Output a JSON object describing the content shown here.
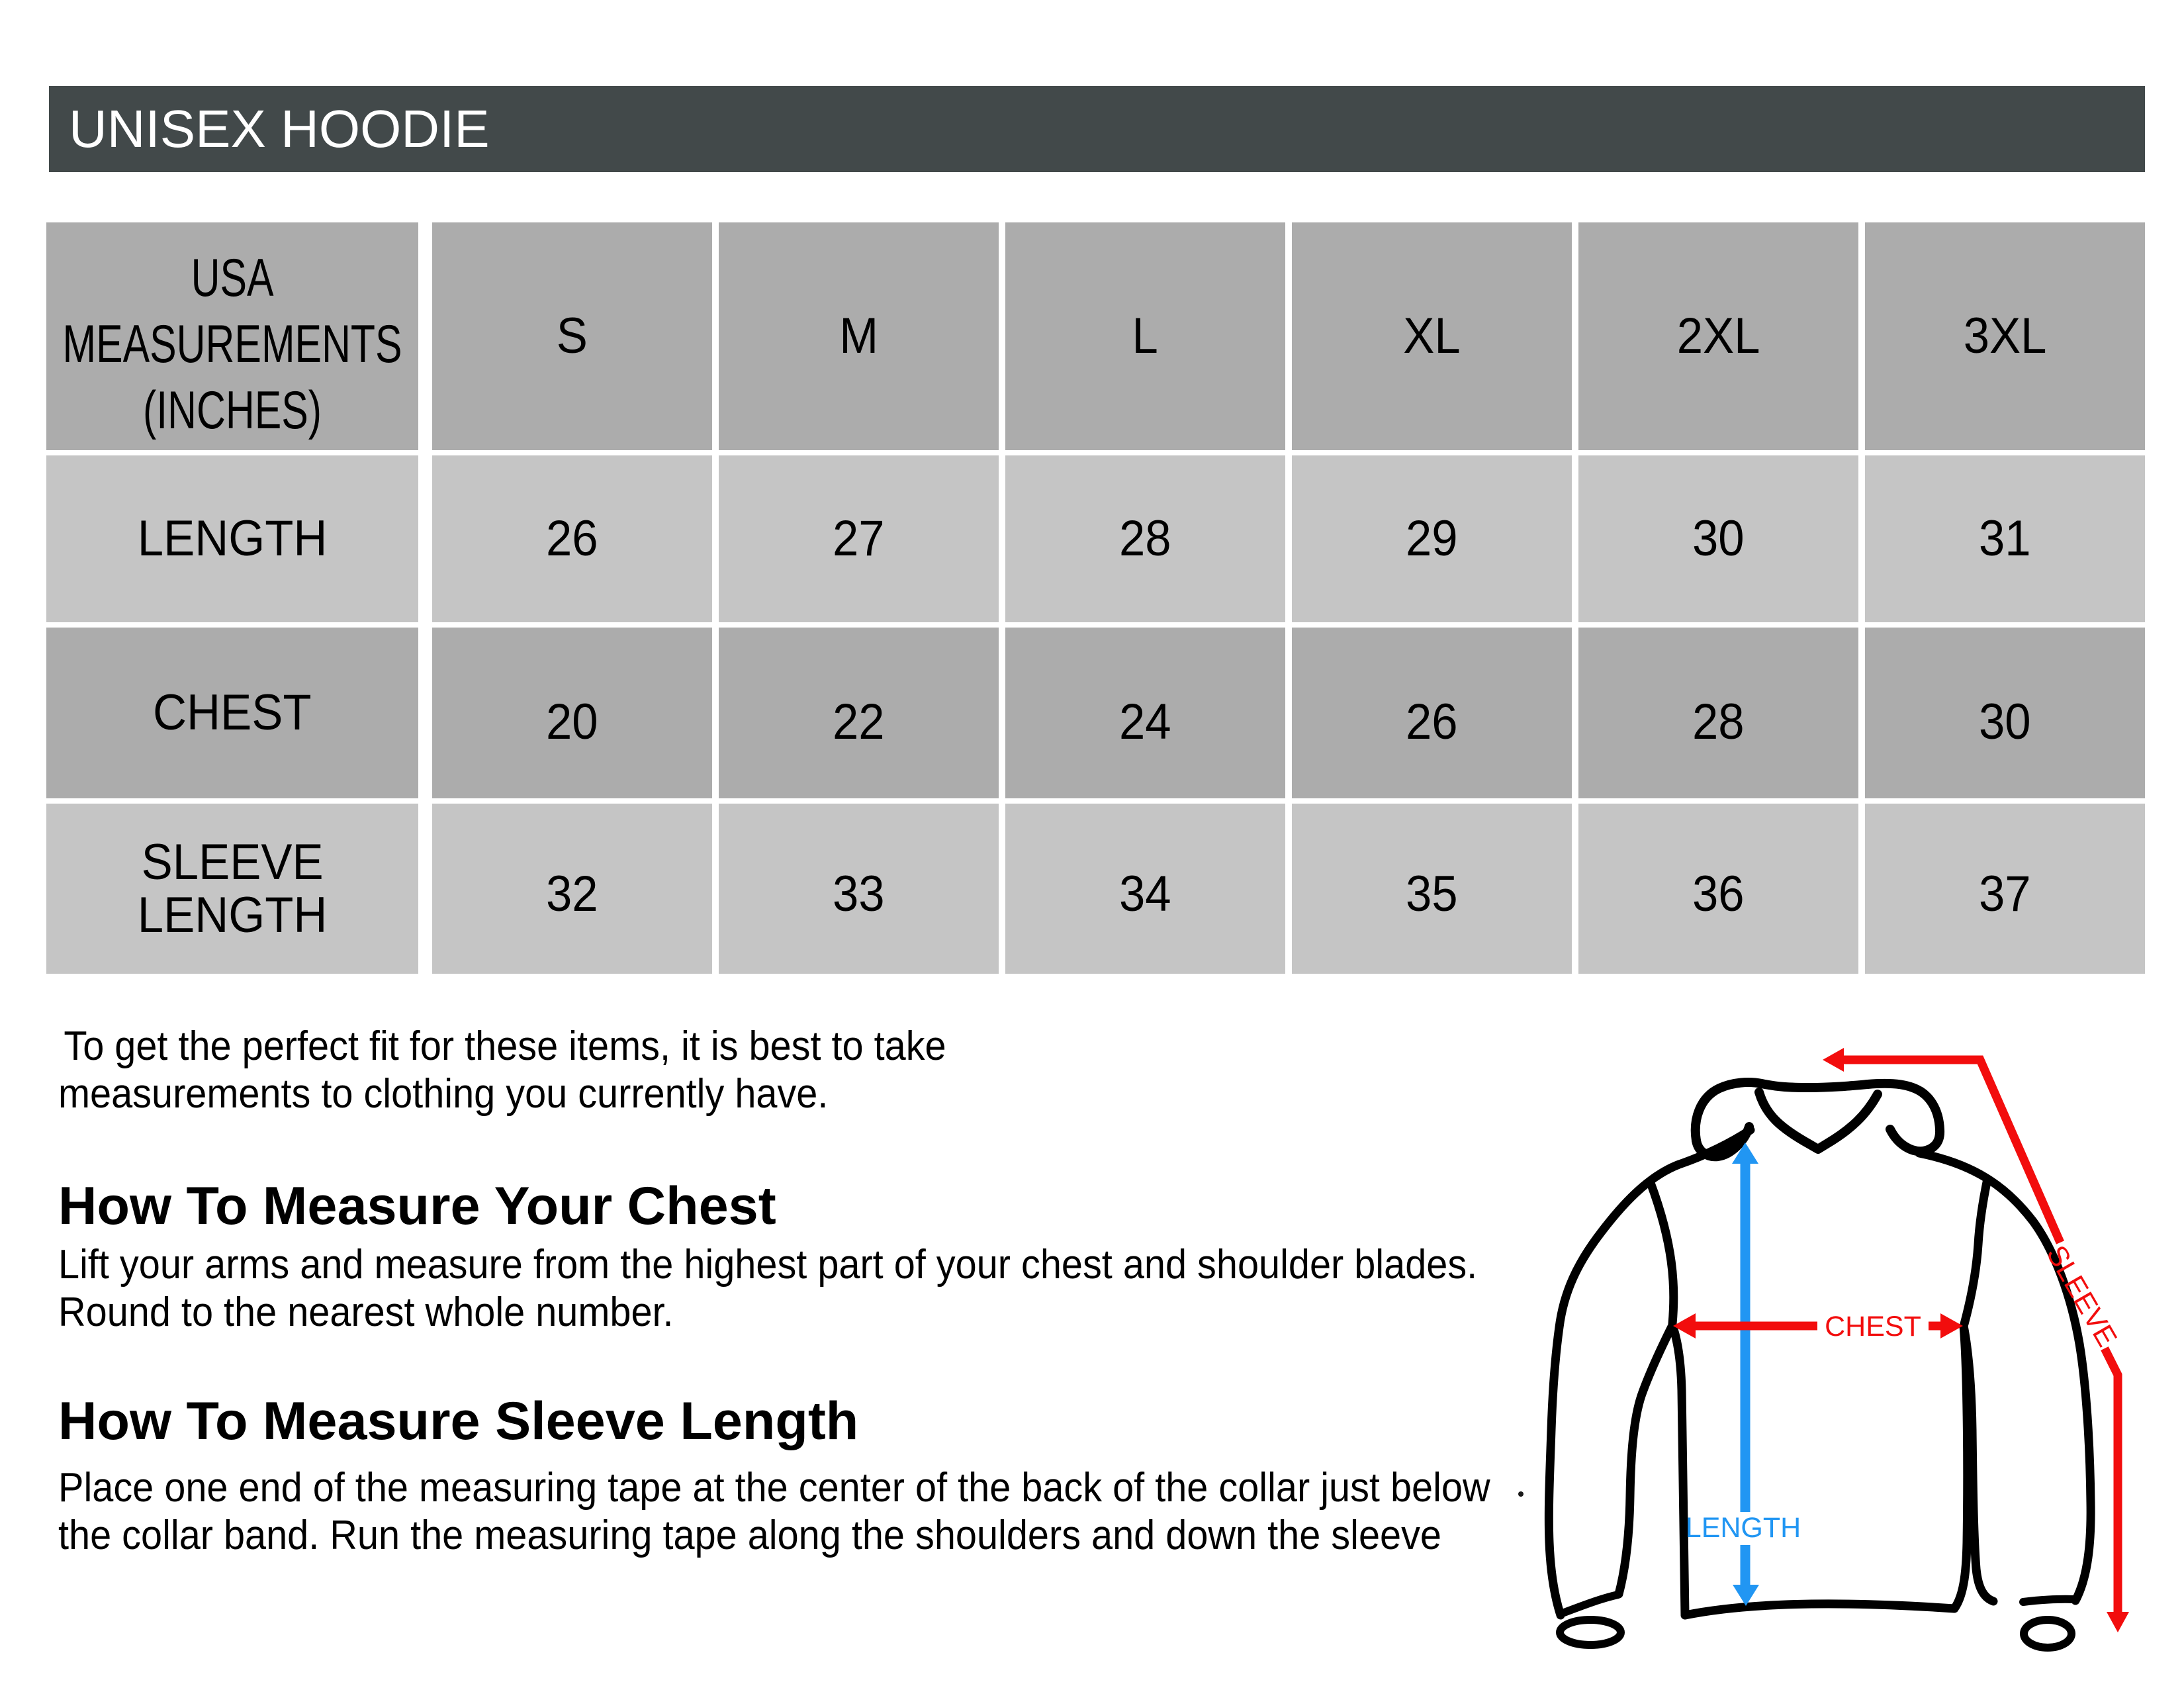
{
  "title": "UNISEX HOODIE",
  "table": {
    "corner_label": "USA\nMEASUREMENTS\n(INCHES)",
    "sizes": [
      "S",
      "M",
      "L",
      "XL",
      "2XL",
      "3XL"
    ],
    "rows": [
      {
        "label": "LENGTH",
        "values": [
          "26",
          "27",
          "28",
          "29",
          "30",
          "31"
        ]
      },
      {
        "label": "CHEST",
        "values": [
          "20",
          "22",
          "24",
          "26",
          "28",
          "30"
        ]
      },
      {
        "label": "SLEEVE\nLENGTH",
        "values": [
          "32",
          "33",
          "34",
          "35",
          "36",
          "37"
        ]
      }
    ]
  },
  "notes": {
    "intro": "To get the perfect fit for these items, it is best to take\nmeasurements to clothing you currently have.",
    "sections": [
      {
        "heading": "How To Measure Your Chest",
        "body": "Lift your arms and measure from the highest part of your chest and shoulder blades.\nRound to the nearest whole number."
      },
      {
        "heading": "How To Measure Sleeve Length",
        "body": "Place one end of the measuring tape at the center of the back of the collar just below\nthe collar band. Run the measuring tape along the shoulders and down the sleeve"
      }
    ]
  },
  "diagram": {
    "labels": {
      "chest": "CHEST",
      "length": "LENGTH",
      "sleeve": "SLEEVE"
    },
    "colors": {
      "red": "#F20D0D",
      "blue": "#2196F3",
      "outline": "#000000"
    }
  },
  "colors": {
    "bar_bg": "#42494A",
    "bar_text": "#FFFFFF",
    "row_dark": "#ACACAC",
    "row_light": "#C5C5C5"
  }
}
